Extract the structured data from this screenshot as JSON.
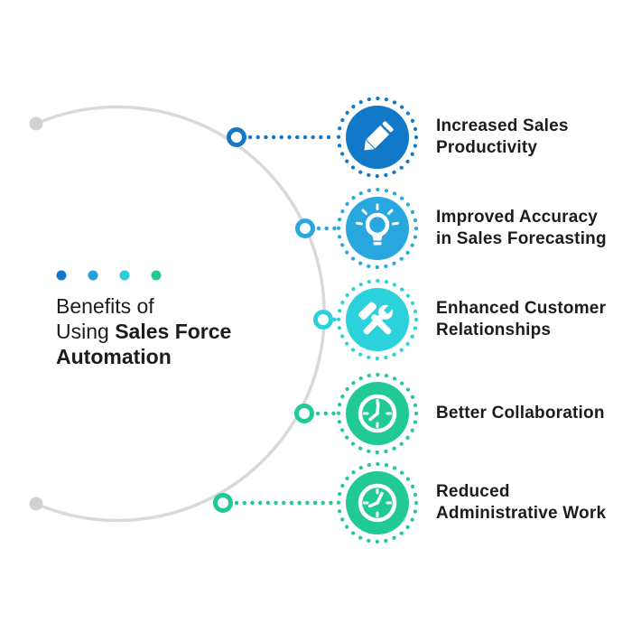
{
  "title": {
    "line1": "Benefits of",
    "line2_regular": "Using ",
    "line2_bold": "Sales Force",
    "line3_bold": "Automation",
    "dot_colors": [
      "#1278C8",
      "#249FDB",
      "#2BCBD9",
      "#25C79B"
    ]
  },
  "colors": {
    "background": "#FFFFFF",
    "arc": "#D9D9DB",
    "arc_endpoint": "#D2D2D4",
    "text": "#1C1C1E",
    "icon_glyph": "#FFFFFF"
  },
  "items": [
    {
      "icon": "pencil-icon",
      "color": "#1278C8",
      "lines": [
        "Increased Sales",
        "Productivity"
      ]
    },
    {
      "icon": "lightbulb-icon",
      "color": "#29A8E0",
      "lines": [
        "Improved Accuracy",
        "in Sales Forecasting"
      ]
    },
    {
      "icon": "tools-icon",
      "color": "#2BD2DC",
      "lines": [
        "Enhanced Customer",
        "Relationships"
      ]
    },
    {
      "icon": "clock-icon",
      "color": "#21C997",
      "lines": [
        "Better Collaboration"
      ]
    },
    {
      "icon": "clock-icon",
      "color": "#21C997",
      "lines": [
        "Reduced",
        "Administrative Work"
      ]
    }
  ]
}
